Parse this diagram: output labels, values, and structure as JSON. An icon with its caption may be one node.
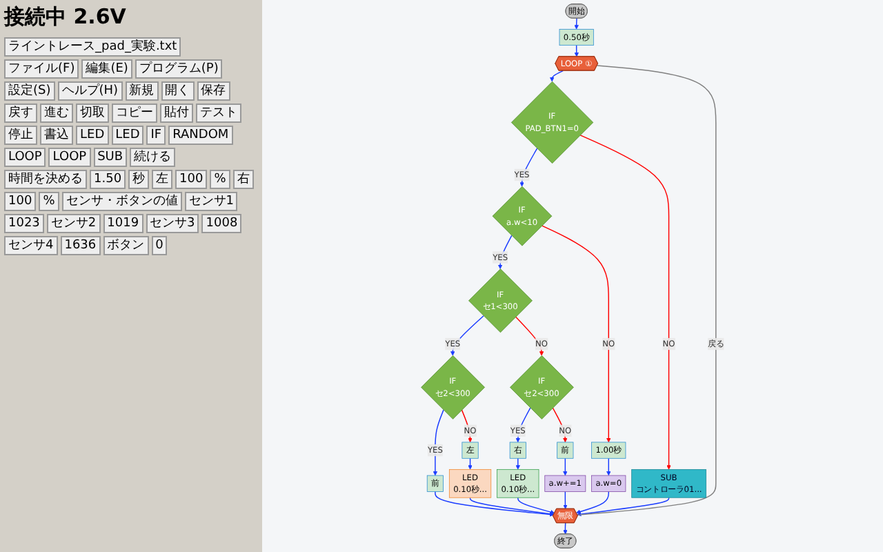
{
  "diagram": {
    "title": "接続中 2.6V",
    "nodes": [
      {
        "text": [
          "開始"
        ]
      },
      {
        "text": [
          "0.50秒"
        ]
      },
      {
        "text": [
          "LOOP ①"
        ]
      },
      {
        "text": [
          "IF",
          "PAD_BTN1=0"
        ]
      },
      {
        "text": [
          "IF",
          "a.w<10"
        ]
      },
      {
        "text": [
          "SUB",
          "コントローラ01..."
        ]
      },
      {
        "text": [
          "IF",
          "セ1<300"
        ]
      },
      {
        "text": [
          "1.00秒"
        ]
      },
      {
        "text": [
          "a.w=0"
        ]
      },
      {
        "text": [
          "IF",
          "セ2<300"
        ]
      },
      {
        "text": [
          "IF",
          "セ2<300"
        ]
      },
      {
        "text": [
          "前"
        ]
      },
      {
        "text": [
          "左"
        ]
      },
      {
        "text": [
          "LED",
          "0.10秒..."
        ]
      },
      {
        "text": [
          "右"
        ]
      },
      {
        "text": [
          "LED",
          "0.10秒..."
        ]
      },
      {
        "text": [
          "前"
        ]
      },
      {
        "text": [
          "a.w+=1"
        ]
      },
      {
        "text": [
          "無限"
        ]
      },
      {
        "text": [
          "終了"
        ]
      }
    ],
    "edges": [
      {
        "from": 0,
        "to": 1,
        "arrow": "to"
      },
      {
        "from": 1,
        "to": 2,
        "arrow": "to"
      },
      {
        "from": 2,
        "to": 3,
        "arrow": "to"
      },
      {
        "from": 3,
        "to": 4,
        "arrow": "to",
        "label": "YES"
      },
      {
        "from": 3,
        "to": 5,
        "arrow": "to",
        "label": "NO",
        "color": "#ff0000"
      },
      {
        "from": 4,
        "to": 6,
        "arrow": "to",
        "label": "YES"
      },
      {
        "from": 4,
        "to": 7,
        "arrow": "to",
        "label": "NO",
        "color": "#ff0000"
      },
      {
        "from": 7,
        "to": 8,
        "arrow": "to"
      },
      {
        "from": 6,
        "to": 9,
        "arrow": "to",
        "label": "YES"
      },
      {
        "from": 6,
        "to": 10,
        "arrow": "to",
        "label": "NO",
        "color": "#ff0000"
      },
      {
        "from": 9,
        "to": 11,
        "arrow": "to",
        "label": "YES"
      },
      {
        "from": 9,
        "to": 12,
        "arrow": "to",
        "label": "NO",
        "color": "#ff0000"
      },
      {
        "from": 12,
        "to": 13,
        "arrow": "to"
      },
      {
        "from": 10,
        "to": 14,
        "arrow": "to",
        "label": "YES"
      },
      {
        "from": 10,
        "to": 16,
        "arrow": "to",
        "label": "NO",
        "color": "#ff0000"
      },
      {
        "from": 14,
        "to": 15,
        "arrow": "to"
      },
      {
        "from": 16,
        "to": 17,
        "arrow": "to"
      },
      {
        "from": 11,
        "to": 18,
        "arrow": "to"
      },
      {
        "from": 13,
        "to": 18,
        "arrow": "to"
      },
      {
        "from": 15,
        "to": 18,
        "arrow": "to"
      },
      {
        "from": 17,
        "to": 18,
        "arrow": "to"
      },
      {
        "from": 8,
        "to": 18,
        "arrow": "to"
      },
      {
        "from": 5,
        "to": 18,
        "arrow": "to"
      },
      {
        "from": 18,
        "to": 2,
        "arrow": "none",
        "label": "戻る",
        "color": "#808080"
      },
      {
        "from": 18,
        "to": 19,
        "arrow": "to"
      }
    ],
    "labels": [
      "ライントレース_pad_実験.txt",
      "ファイル(F)",
      "編集(E)",
      "プログラム(P)",
      "設定(S)",
      "ヘルプ(H)",
      "新規",
      "開く",
      "保存",
      "戻す",
      "進む",
      "切取",
      "コピー",
      "貼付",
      "テスト",
      "停止",
      "書込",
      "LED",
      "LED",
      "IF",
      "RANDOM",
      "LOOP",
      "LOOP",
      "SUB",
      "続ける",
      "時間を決める",
      "1.50",
      "秒",
      "左",
      "100",
      "%",
      "右",
      "100",
      "%",
      "センサ・ボタンの値",
      "センサ1",
      "1023",
      "センサ2",
      "1019",
      "センサ3",
      "1008",
      "センサ4",
      "1636",
      "ボタン",
      "0"
    ]
  }
}
